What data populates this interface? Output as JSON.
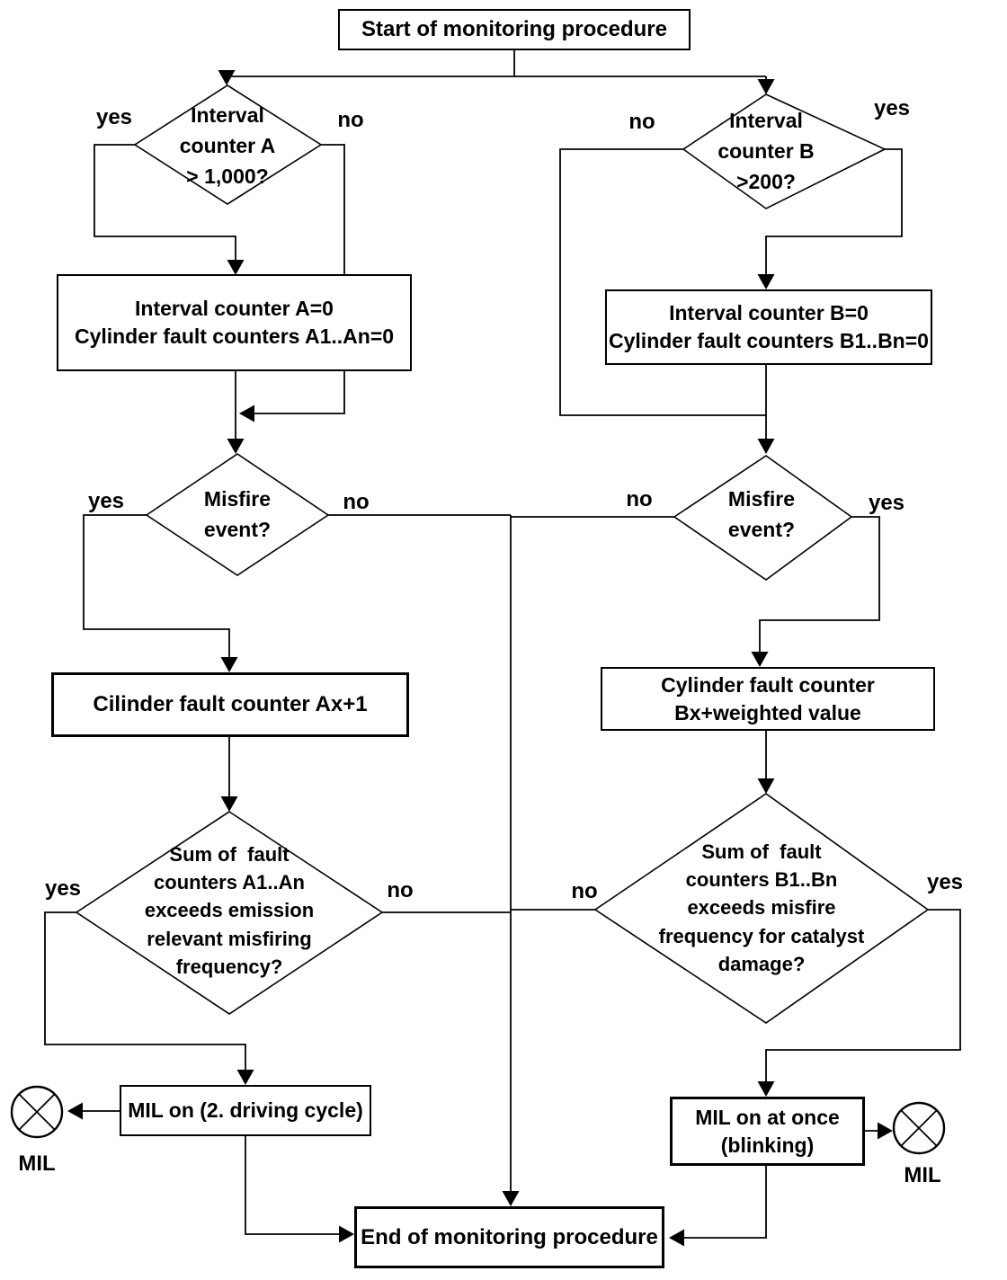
{
  "diagram": {
    "type": "flowchart",
    "background_color": "#ffffff",
    "line_color": "#000000",
    "node_fill_color": "#ffffff"
  },
  "nodes": {
    "start": {
      "shape": "rect",
      "label": "Start of monitoring procedure"
    },
    "interval_a": {
      "shape": "diamond",
      "label": "Interval\ncounter A\n> 1,000?"
    },
    "interval_b": {
      "shape": "diamond",
      "label": "Interval\ncounter B\n>200?"
    },
    "reset_a": {
      "shape": "rect",
      "label": "Interval counter A=0\nCylinder fault counters A1..An=0"
    },
    "reset_b": {
      "shape": "rect",
      "label": "Interval counter B=0\nCylinder fault counters B1..Bn=0"
    },
    "misfire_a": {
      "shape": "diamond",
      "label": "Misfire\nevent?"
    },
    "misfire_b": {
      "shape": "diamond",
      "label": "Misfire\nevent?"
    },
    "increment_a": {
      "shape": "rect",
      "label": "Cilinder fault counter Ax+1"
    },
    "increment_b": {
      "shape": "rect",
      "label": "Cylinder fault counter\nBx+weighted value"
    },
    "sum_a": {
      "shape": "diamond",
      "label": "Sum of  fault\ncounters A1..An\nexceeds emission\nrelevant misfiring\nfrequency?"
    },
    "sum_b": {
      "shape": "diamond",
      "label": "Sum of  fault\ncounters B1..Bn\nexceeds misfire\nfrequency for catalyst\ndamage?"
    },
    "mil_a": {
      "shape": "rect",
      "label": "MIL on (2. driving cycle)"
    },
    "mil_b": {
      "shape": "rect",
      "label": "MIL on at once\n(blinking)"
    },
    "end": {
      "shape": "rect",
      "label": "End of monitoring procedure"
    },
    "lamp_a": {
      "shape": "lamp",
      "label": "MIL"
    },
    "lamp_b": {
      "shape": "lamp",
      "label": "MIL"
    }
  },
  "edge_labels": {
    "interval_a_yes": "yes",
    "interval_a_no": "no",
    "interval_b_no": "no",
    "interval_b_yes": "yes",
    "misfire_a_yes": "yes",
    "misfire_a_no": "no",
    "misfire_b_no": "no",
    "misfire_b_yes": "yes",
    "sum_a_yes": "yes",
    "sum_a_no": "no",
    "sum_b_no": "no",
    "sum_b_yes": "yes"
  }
}
